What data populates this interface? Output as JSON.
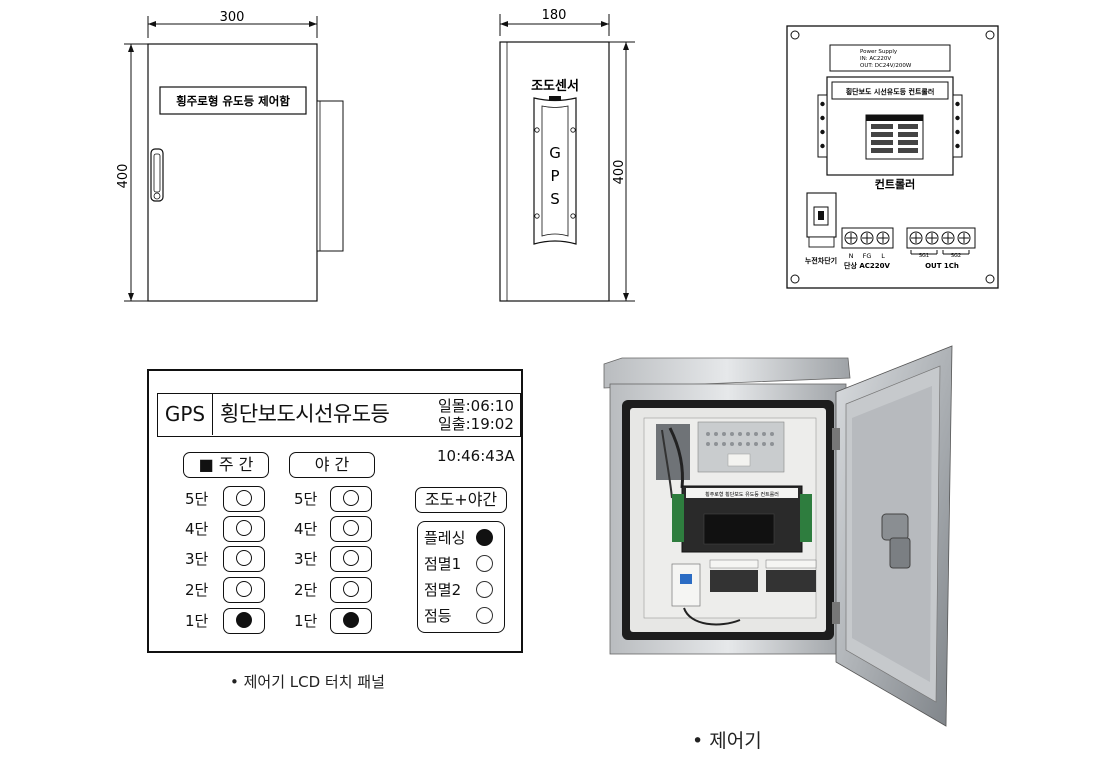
{
  "front_view": {
    "width_label": "300",
    "height_label": "400",
    "nameplate": "횡주로형 유도등 제어함"
  },
  "side_view": {
    "width_label": "180",
    "height_label": "400",
    "sensor_label": "조도센서",
    "gps_letters": [
      "G",
      "P",
      "S"
    ]
  },
  "panel_view": {
    "psu_lines": [
      "Power Supply",
      "IN: AC220V",
      "OUT: DC24V/200W"
    ],
    "controller_plate": "횡단보도 시선유도등 컨트롤러",
    "controller_label": "컨트롤러",
    "breaker_label": "누전차단기",
    "input_terminals": [
      "N",
      "FG",
      "L"
    ],
    "input_label": "단상 AC220V",
    "output_groups": [
      "SG1",
      "SG2"
    ],
    "output_label": "OUT 1Ch"
  },
  "lcd_panel": {
    "gps": "GPS",
    "title": "횡단보도시선유도등",
    "sunset": "일몰:06:10",
    "sunrise": "일출:19:02",
    "clock": "10:46:43A",
    "day_button": "■ 주 간",
    "night_button": "야 간",
    "mode_button": "조도+야간",
    "day_levels": [
      {
        "label": "5단",
        "on": false
      },
      {
        "label": "4단",
        "on": false
      },
      {
        "label": "3단",
        "on": false
      },
      {
        "label": "2단",
        "on": false
      },
      {
        "label": "1단",
        "on": true
      }
    ],
    "night_levels": [
      {
        "label": "5단",
        "on": false
      },
      {
        "label": "4단",
        "on": false
      },
      {
        "label": "3단",
        "on": false
      },
      {
        "label": "2단",
        "on": false
      },
      {
        "label": "1단",
        "on": true
      }
    ],
    "modes": [
      {
        "label": "플레싱",
        "on": true
      },
      {
        "label": "점멸1",
        "on": false
      },
      {
        "label": "점멸2",
        "on": false
      },
      {
        "label": "점등",
        "on": false
      }
    ]
  },
  "photo": {
    "nameplate": "횡주로형 횡단보도 유도등 컨트롤러"
  },
  "captions": {
    "lcd": "•  제어기 LCD 터치 패널",
    "photo": "•  제어기"
  }
}
